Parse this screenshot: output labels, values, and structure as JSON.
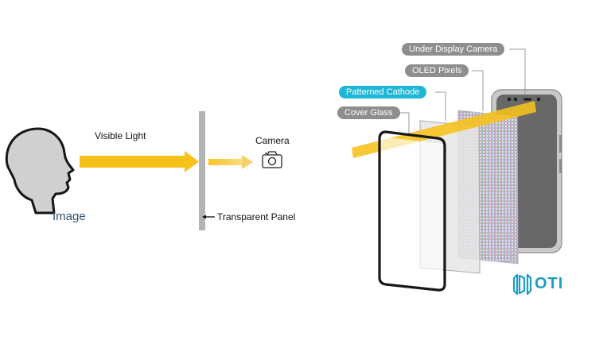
{
  "left_diagram": {
    "visible_light_label": "Visible Light",
    "camera_label": "Camera",
    "panel_label": "Transparent Panel",
    "image_label": "Image",
    "icons": [
      "head-silhouette-icon",
      "camera-icon"
    ]
  },
  "right_diagram": {
    "layers": [
      {
        "label": "Under Display Camera",
        "style": "gray"
      },
      {
        "label": "OLED Pixels",
        "style": "gray"
      },
      {
        "label": "Patterned Cathode",
        "style": "cyan"
      },
      {
        "label": "Cover Glass",
        "style": "gray"
      }
    ]
  },
  "logo": {
    "text": "OTI",
    "color": "#1a9fc0"
  },
  "colors": {
    "light_beam": "#f6c21a",
    "accent_cyan": "#1fb7d6",
    "tag_gray": "#8e8e8e",
    "panel_gray": "#b4b4b4"
  }
}
